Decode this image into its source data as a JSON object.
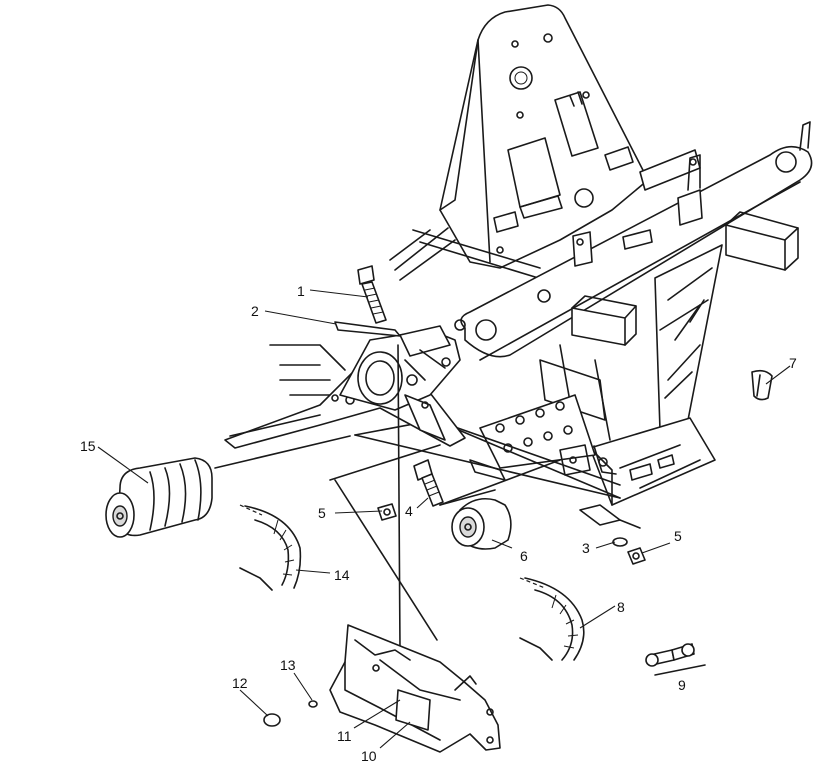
{
  "callouts": [
    {
      "label": "1"
    },
    {
      "label": "2"
    },
    {
      "label": "15"
    },
    {
      "label": "5"
    },
    {
      "label": "4"
    },
    {
      "label": "3"
    },
    {
      "label": "5"
    },
    {
      "label": "6"
    },
    {
      "label": "7"
    },
    {
      "label": "14"
    },
    {
      "label": "8"
    },
    {
      "label": "9"
    },
    {
      "label": "13"
    },
    {
      "label": "12"
    },
    {
      "label": "11"
    },
    {
      "label": "10"
    }
  ]
}
